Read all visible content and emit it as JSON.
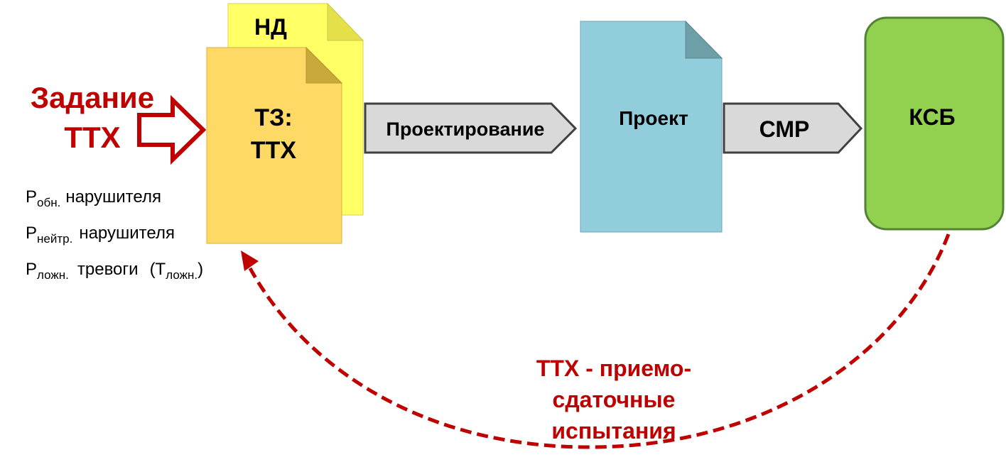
{
  "input": {
    "title_line1": "Задание",
    "title_line2": "ТТХ",
    "color": "#c00000"
  },
  "documents": {
    "nd_label": "НД",
    "tz_line1": "ТЗ:",
    "tz_line2": "ТТХ",
    "project_label": "Проект"
  },
  "processes": {
    "design_label": "Проектирование",
    "smr_label": "СМР"
  },
  "result": {
    "ksb_label": "КСБ"
  },
  "parameters": [
    {
      "symbol": "P",
      "subscript": "обн.",
      "text": "нарушителя",
      "extra_symbol": "",
      "extra_subscript": "",
      "extra_close": ""
    },
    {
      "symbol": "P",
      "subscript": "нейтр.",
      "text": "нарушителя",
      "extra_symbol": "",
      "extra_subscript": "",
      "extra_close": ""
    },
    {
      "symbol": "P",
      "subscript": "ложн.",
      "text": "тревоги",
      "extra_symbol": "(T",
      "extra_subscript": "ложн.",
      "extra_close": ")"
    }
  ],
  "feedback": {
    "line1": "ТТХ - приемо-",
    "line2": "сдаточные",
    "line3": "испытания",
    "color": "#c00000"
  },
  "colors": {
    "nd_doc": "#ffff66",
    "tz_doc": "#ffd966",
    "project_doc": "#92cddc",
    "process_arrow": "#d9d9d9",
    "ksb_box": "#92d050",
    "ksb_border": "#548235"
  }
}
